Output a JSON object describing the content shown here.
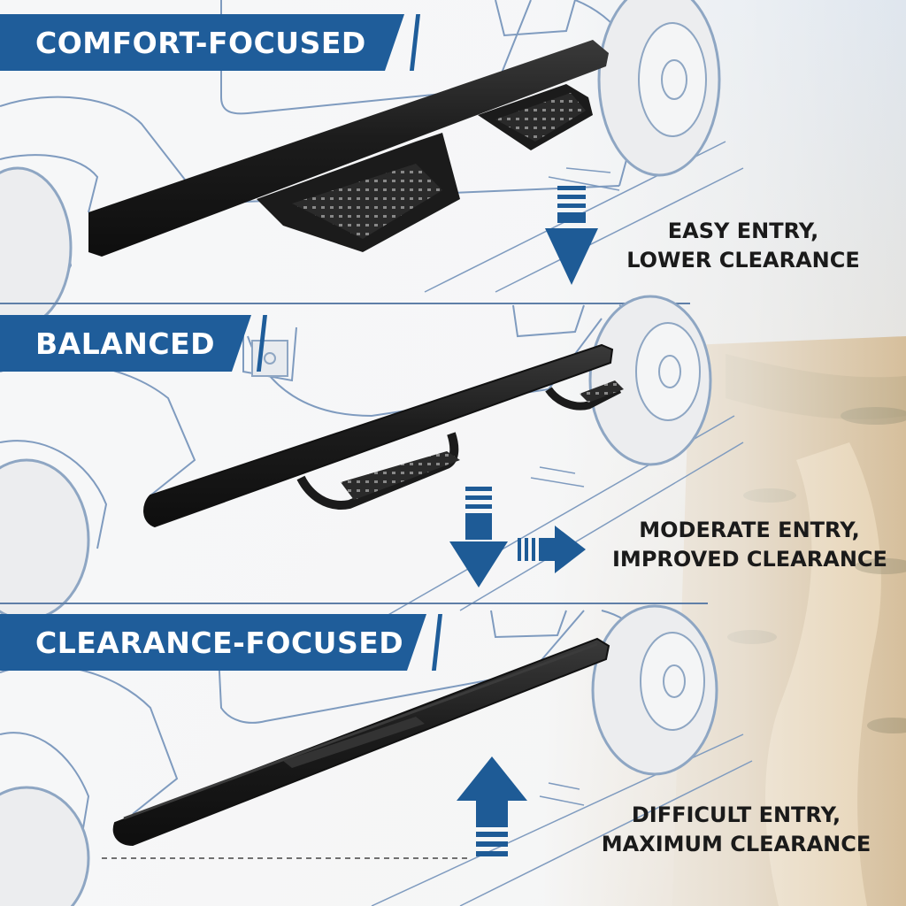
{
  "panels": [
    {
      "title": "COMFORT-FOCUSED",
      "caption_line1": "EASY ENTRY,",
      "caption_line2": "LOWER CLEARANCE",
      "arrow": "down-arrow-icon",
      "product": "drop-step running board with two stepped pads"
    },
    {
      "title": "BALANCED",
      "caption_line1": "MODERATE ENTRY,",
      "caption_line2": "IMPROVED CLEARANCE",
      "arrow": "down-and-right-arrow-icon",
      "product": "tubular nerf bar with two drop steps"
    },
    {
      "title": "CLEARANCE-FOCUSED",
      "caption_line1": "DIFFICULT ENTRY,",
      "caption_line2": "MAXIMUM CLEARANCE",
      "arrow": "up-arrow-icon",
      "product": "rock slider rail tight to body"
    }
  ],
  "colors": {
    "banner_blue": "#1f5d9a",
    "arrow_blue": "#1e5b96",
    "sketch_line": "#7f9bbf",
    "text_dark": "#1a1a1a",
    "steel_black": "#1e1e1e"
  }
}
